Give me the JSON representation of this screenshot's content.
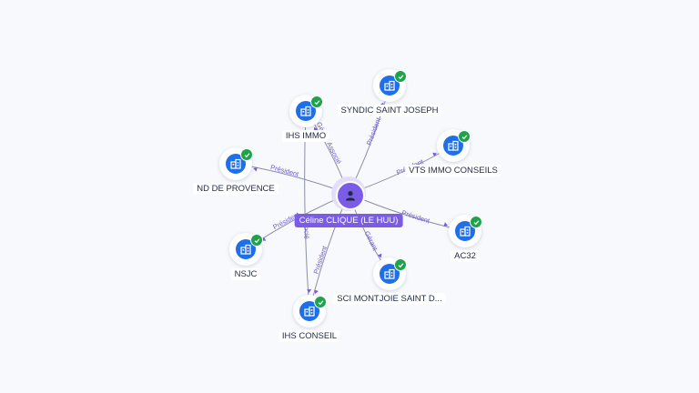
{
  "center": {
    "name": "Céline CLIQUE (LE HUU)",
    "icon": "person-icon"
  },
  "companies": [
    {
      "id": "syndic",
      "name": "SYNDIC SAINT JOSEPH",
      "role": "Président",
      "icon": "company-icon",
      "verified": true
    },
    {
      "id": "ihs-immo",
      "name": "IHS IMMO",
      "role": "Gérant Associé",
      "icon": "company-icon",
      "verified": true
    },
    {
      "id": "vts",
      "name": "VTS IMMO CONSEILS",
      "role": "Président",
      "icon": "company-icon",
      "verified": true
    },
    {
      "id": "nd",
      "name": "ND DE PROVENCE",
      "role": "Président",
      "icon": "company-icon",
      "verified": true
    },
    {
      "id": "ac32",
      "name": "AC32",
      "role": "Président",
      "icon": "company-icon",
      "verified": true
    },
    {
      "id": "nsjc",
      "name": "NSJC",
      "role": "Président",
      "icon": "company-icon",
      "verified": true
    },
    {
      "id": "sci",
      "name": "SCI MONTJOIE SAINT D...",
      "role": "Gérant",
      "icon": "company-icon",
      "verified": true
    },
    {
      "id": "ihs-conseil",
      "name": "IHS CONSEIL",
      "role": "Président",
      "icon": "company-icon",
      "verified": true
    }
  ],
  "extra_link": {
    "from": "ihs-immo",
    "to": "ihs-conseil",
    "role": "Associé"
  },
  "colors": {
    "accent": "#7b5ce6",
    "company": "#1f6fe8",
    "verified": "#1fa34a",
    "edge": "#8a8fa3"
  }
}
